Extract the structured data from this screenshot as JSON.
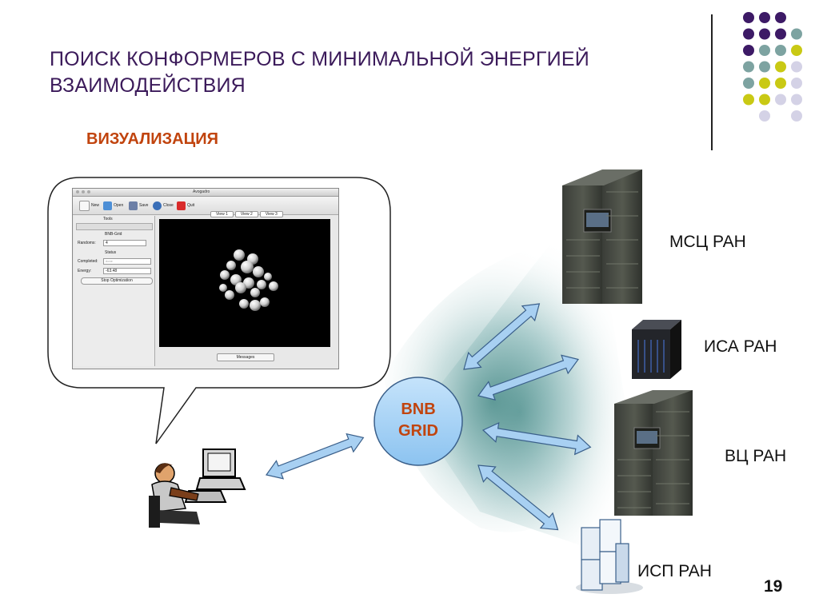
{
  "slide": {
    "title": "ПОИСК КОНФОРМЕРОВ С МИНИМАЛЬНОЙ ЭНЕРГИЕЙ ВЗАИМОДЕЙСТВИЯ",
    "subtitle": "ВИЗУАЛИЗАЦИЯ",
    "page_number": "19"
  },
  "colors": {
    "title": "#3b1a5a",
    "subtitle": "#c1440e",
    "dot_purple": "#3d1a66",
    "dot_teal": "#7da3a1",
    "dot_yellow": "#c9c914",
    "dot_lavender": "#d4d2e6",
    "hub_fill": "#a9d3f5",
    "hub_text": "#c1440e",
    "arrow_fill": "#a8d0f2"
  },
  "hub": {
    "line1": "BNB",
    "line2": "GRID"
  },
  "sites": [
    {
      "label": "МСЦ РАН"
    },
    {
      "label": "ИСА РАН"
    },
    {
      "label": "ВЦ РАН"
    },
    {
      "label": "ИСП РАН"
    }
  ],
  "app_window": {
    "title": "Avogadro",
    "toolbar": [
      "New",
      "Open",
      "Save",
      "Close",
      "Quit"
    ],
    "tools_label": "Tools",
    "panel_title": "BNB-Grid",
    "randoms_label": "Randoms:",
    "randoms_value": "4",
    "status_label": "Status",
    "completed_label": "Completed:",
    "completed_value": "done",
    "energy_label": "Energy:",
    "energy_value": "-63.48",
    "stop_button": "Stop Optimization",
    "view_tabs": [
      "View 1",
      "View 2",
      "View 3"
    ],
    "messages_button": "Messages"
  },
  "icons": [
    "user-at-computer-icon",
    "server-rack-icon",
    "tower-server-icon",
    "server-cluster-icon"
  ]
}
